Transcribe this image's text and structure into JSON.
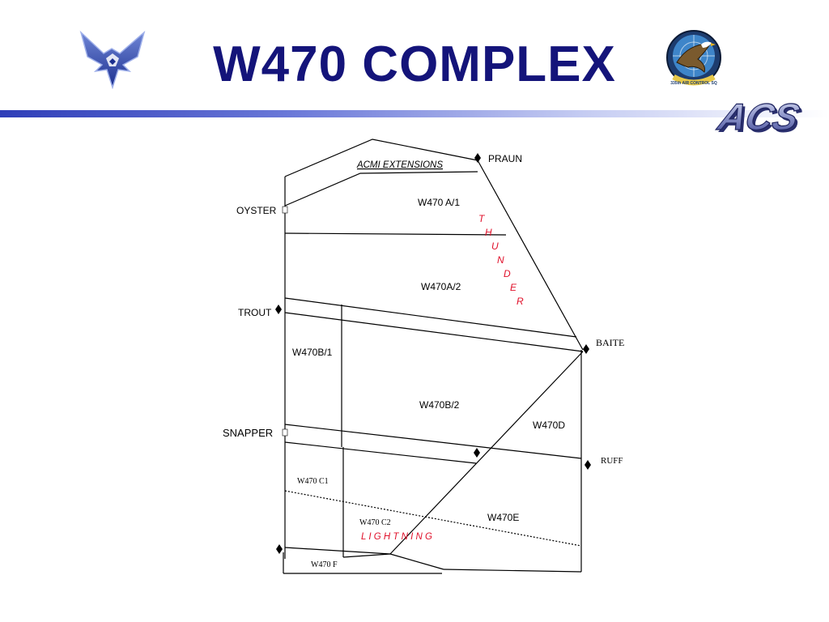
{
  "title": "W470 COMPLEX",
  "logos": {
    "right_seal_text": "335th AIR CONTROL SQ",
    "acs_text": "ACS"
  },
  "diagram": {
    "acmi_extensions": "ACMI EXTENSIONS",
    "points": {
      "praun": "PRAUN",
      "oyster": "OYSTER",
      "trout": "TROUT",
      "baite": "BAITE",
      "snapper": "SNAPPER",
      "ruff": "RUFF"
    },
    "areas": {
      "a1": "W470 A/1",
      "a2": "W470A/2",
      "b1": "W470B/1",
      "b2": "W470B/2",
      "c1": "W470 C1",
      "c2": "W470 C2",
      "d": "W470D",
      "e": "W470E",
      "f": "W470 F"
    },
    "thunder": [
      "T",
      "H",
      "U",
      "N",
      "D",
      "E",
      "R"
    ],
    "lightning": "L I G H T N I N G"
  },
  "colors": {
    "title": "#14147a",
    "accent_red": "#e0102a",
    "lines": "#000000",
    "rule_start": "#2e3db8"
  },
  "icons": {
    "left_logo": "air-force-wings-icon",
    "right_logo": "squadron-eagle-seal-icon",
    "marker": "diamond-marker-icon"
  }
}
